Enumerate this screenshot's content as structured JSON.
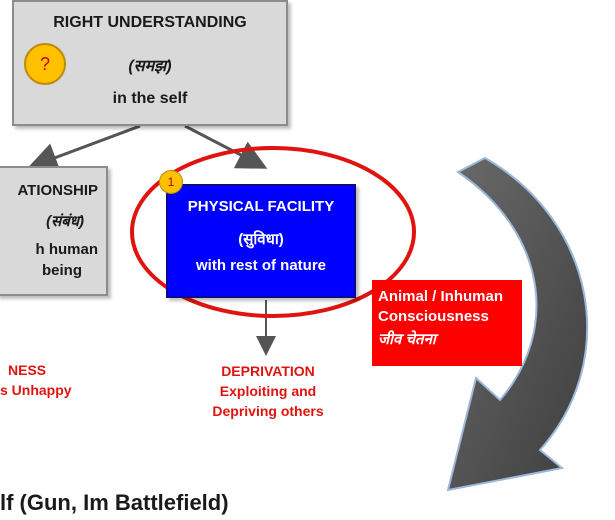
{
  "right_understanding": {
    "title": "RIGHT UNDERSTANDING",
    "hindi": "(समझ)",
    "subtitle": "in the self",
    "badge": "?"
  },
  "relationship": {
    "title": "ATIONSHIP",
    "hindi": "(संबंध)",
    "line3": "h human",
    "line4": "being"
  },
  "physical_facility": {
    "badge": "1",
    "title": "PHYSICAL FACILITY",
    "hindi": "(सुविधा)",
    "subtitle": "with rest of nature"
  },
  "animal_consciousness": {
    "line1": "Animal / Inhuman",
    "line2": "Consciousness",
    "hindi": "जीव  चेतना"
  },
  "left_outcome": {
    "line1": "NESS",
    "line2": "s Unhappy"
  },
  "deprivation": {
    "title": "DEPRIVATION",
    "line2": "Exploiting and",
    "line3": "Depriving others"
  },
  "bottom_caption": "lf (Gun, Im Battlefield)",
  "colors": {
    "blue_box": "#0000ff",
    "red_accent": "#e0140f",
    "badge_yellow": "#ffc000",
    "curved_arrow": "#555555",
    "grey_box": "#d9d9d9"
  }
}
